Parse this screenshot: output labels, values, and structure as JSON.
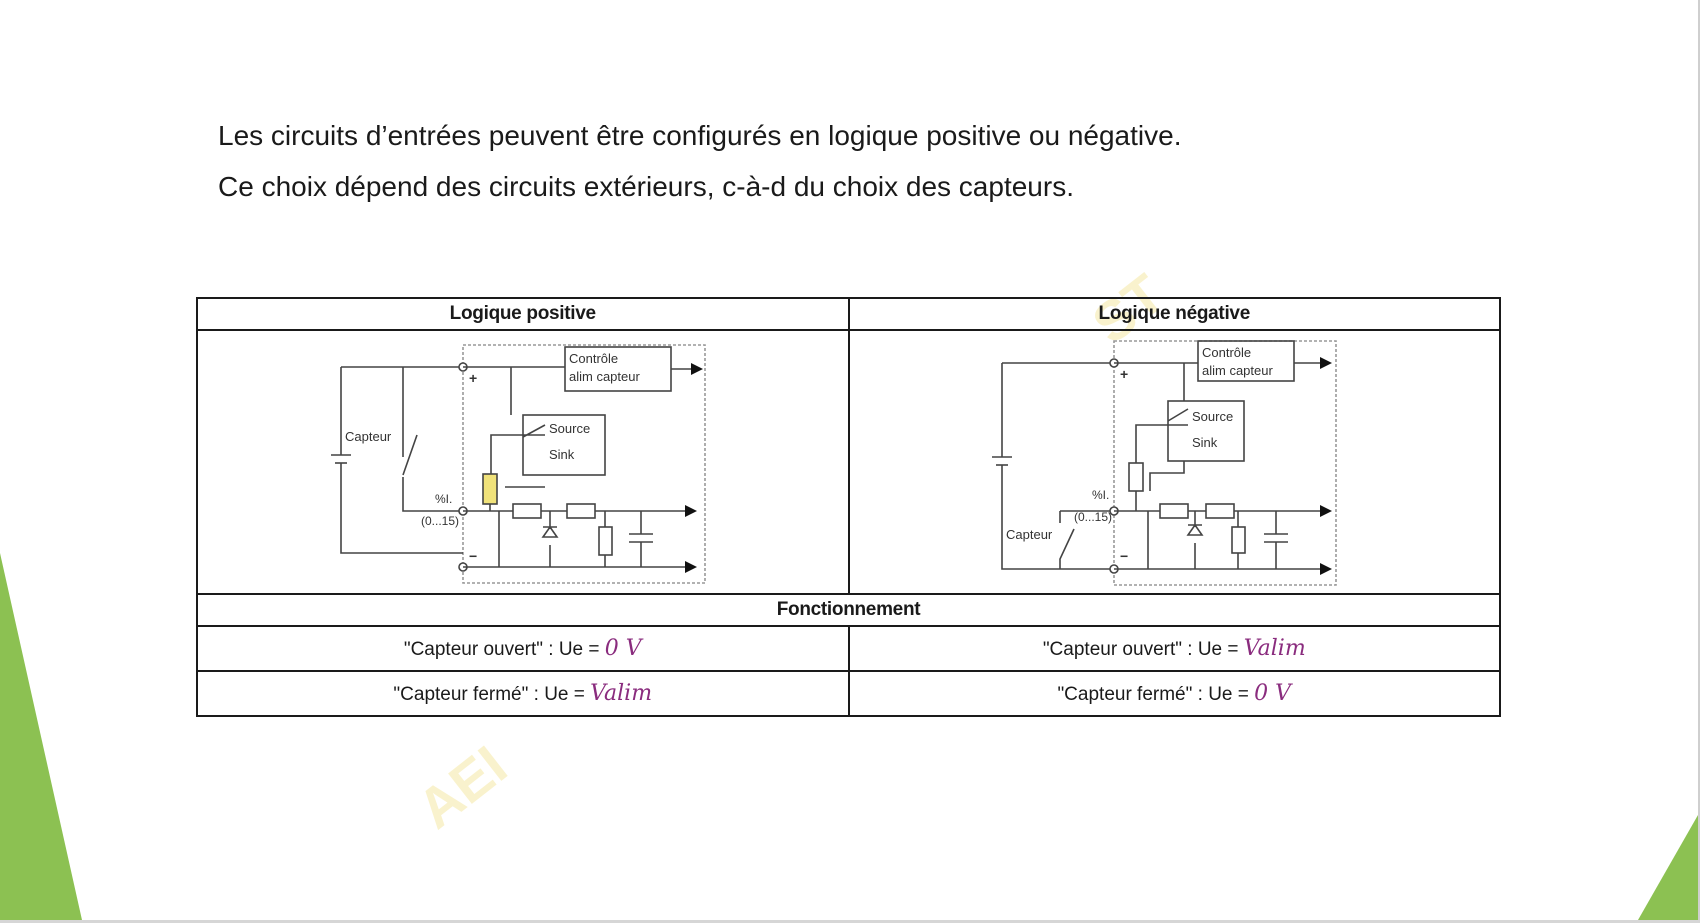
{
  "intro": {
    "line1": "Les circuits d’entrées peuvent être configurés en logique positive ou négative.",
    "line2": "Ce choix dépend des circuits extérieurs, c-à-d du choix des capteurs."
  },
  "table": {
    "headers": [
      "Logique positive",
      "Logique négative"
    ],
    "function_header": "Fonctionnement",
    "rows": [
      {
        "left_label": "\"Capteur ouvert\" : Ue = ",
        "left_value": "0 V",
        "right_label": "\"Capteur ouvert\" : Ue = ",
        "right_value": "Valim"
      },
      {
        "left_label": "\"Capteur fermé\" : Ue = ",
        "left_value": "Valim",
        "right_label": "\"Capteur fermé\" : Ue = ",
        "right_value": "0 V"
      }
    ]
  },
  "diagram_positive": {
    "control_line1": "Contrôle",
    "control_line2": "alim capteur",
    "source": "Source",
    "sink": "Sink",
    "capteur": "Capteur",
    "input_label": "%I.",
    "input_range": "(0...15)",
    "plus": "+",
    "minus": "−"
  },
  "diagram_negative": {
    "control_line1": "Contrôle",
    "control_line2": "alim capteur",
    "source": "Source",
    "sink": "Sink",
    "capteur": "Capteur",
    "input_label": "%I.",
    "input_range": "(0...15)",
    "plus": "+",
    "minus": "−"
  },
  "watermark": {
    "text1": "AEI",
    "text2": "ST"
  },
  "colors": {
    "accent_green": "#8cc152",
    "handwriting": "#8a2c7e",
    "sensor_highlight": "#f0e27a"
  }
}
